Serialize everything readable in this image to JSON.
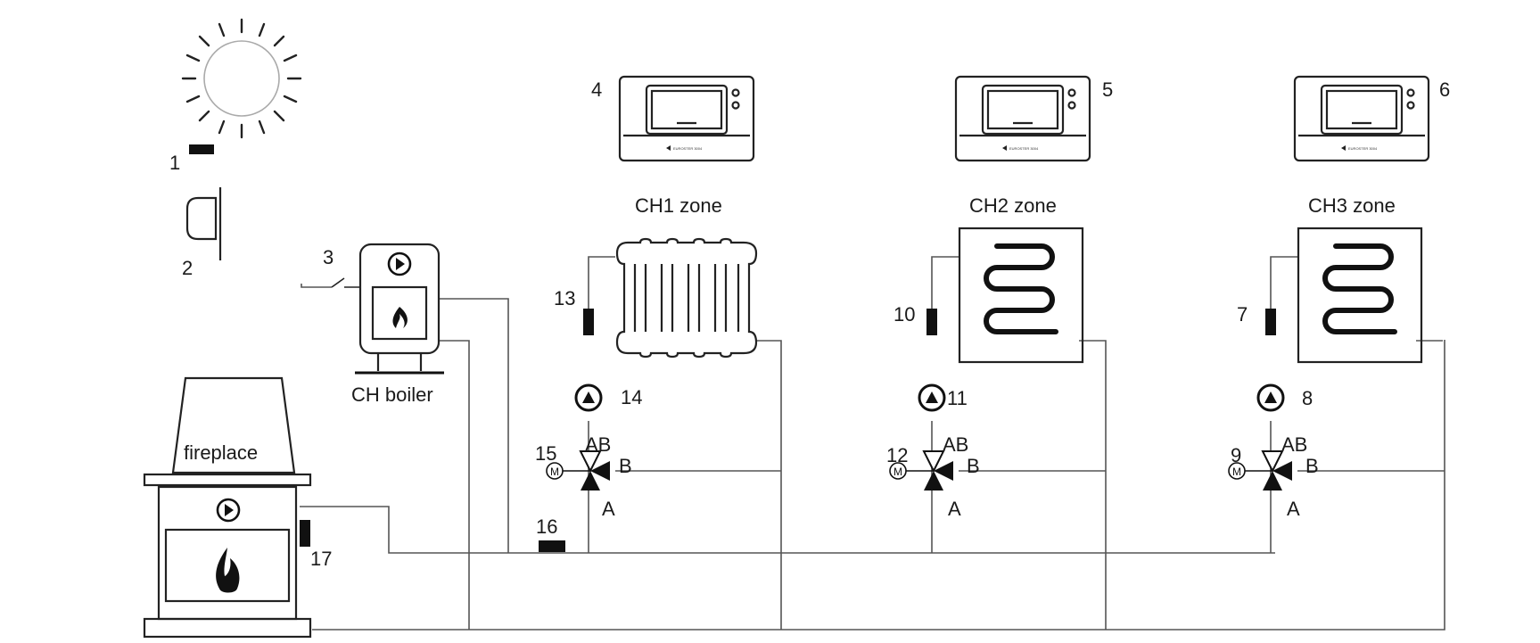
{
  "labels": {
    "fireplace": "fireplace",
    "ch_boiler": "CH boiler",
    "zone1": "CH1 zone",
    "zone2": "CH2 zone",
    "zone3": "CH3 zone",
    "ab": "AB",
    "a": "A",
    "b": "B",
    "m": "M",
    "controller_brand": "EUROSTER 3004"
  },
  "numbers": {
    "n1": "1",
    "n2": "2",
    "n3": "3",
    "n4": "4",
    "n5": "5",
    "n6": "6",
    "n7": "7",
    "n8": "8",
    "n9": "9",
    "n10": "10",
    "n11": "11",
    "n12": "12",
    "n13": "13",
    "n14": "14",
    "n15": "15",
    "n16": "16",
    "n17": "17"
  }
}
